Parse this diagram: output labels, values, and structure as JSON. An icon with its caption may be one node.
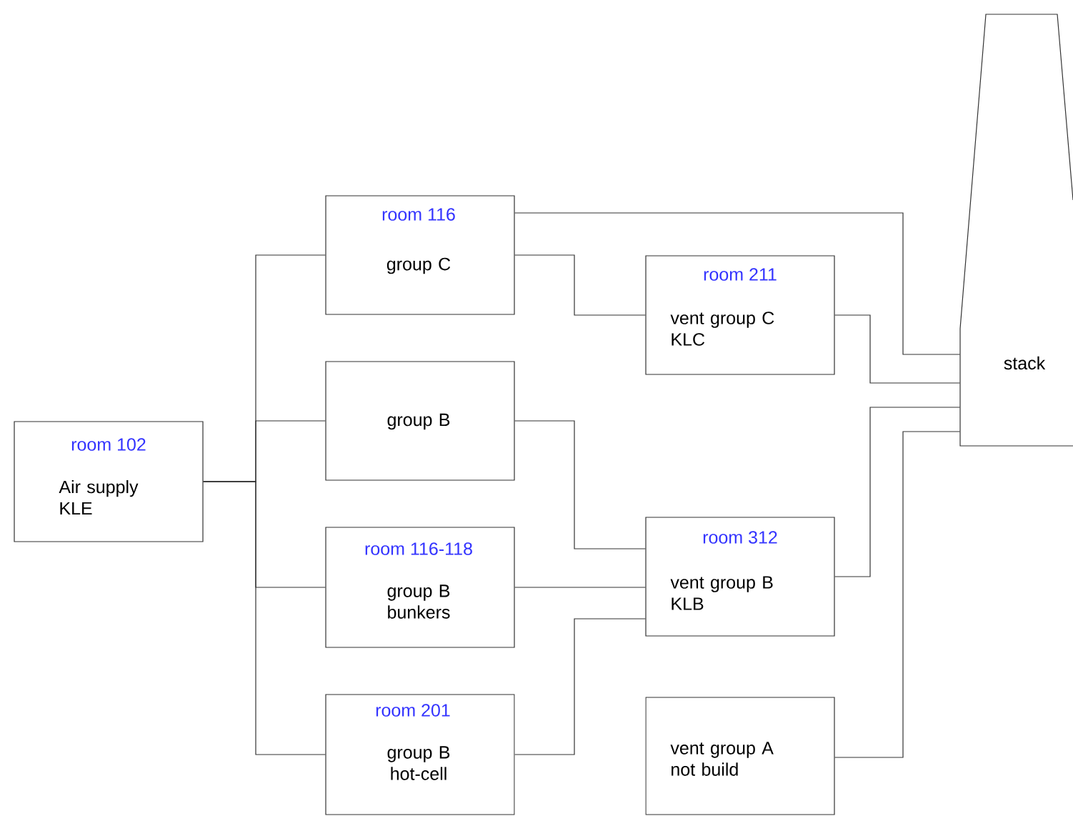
{
  "diagram": {
    "nodes": [
      {
        "text": [
          "room 102",
          "Air supply KLE"
        ]
      },
      {
        "text": [
          "room 116",
          "group C"
        ]
      },
      {
        "text": [
          "group B"
        ]
      },
      {
        "text": [
          "room 116-118",
          "group B bunkers"
        ]
      },
      {
        "text": [
          "room 201",
          "group B hot-cell"
        ]
      },
      {
        "text": [
          "room 211",
          "vent group C KLC"
        ]
      },
      {
        "text": [
          "room 312",
          "vent group B KLB"
        ]
      },
      {
        "text": [
          "vent group A not build"
        ]
      },
      {
        "text": [
          "stack"
        ]
      }
    ],
    "edges": [
      {
        "from": 0,
        "to": 1,
        "arrow": "none"
      },
      {
        "from": 0,
        "to": 2,
        "arrow": "none"
      },
      {
        "from": 0,
        "to": 3,
        "arrow": "none"
      },
      {
        "from": 0,
        "to": 4,
        "arrow": "none"
      },
      {
        "from": 1,
        "to": 5,
        "arrow": "none"
      },
      {
        "from": 1,
        "to": 8,
        "arrow": "none"
      },
      {
        "from": 5,
        "to": 8,
        "arrow": "none"
      },
      {
        "from": 2,
        "to": 6,
        "arrow": "none"
      },
      {
        "from": 3,
        "to": 6,
        "arrow": "none"
      },
      {
        "from": 4,
        "to": 6,
        "arrow": "none"
      },
      {
        "from": 6,
        "to": 8,
        "arrow": "none"
      },
      {
        "from": 7,
        "to": 8,
        "arrow": "none"
      }
    ]
  }
}
